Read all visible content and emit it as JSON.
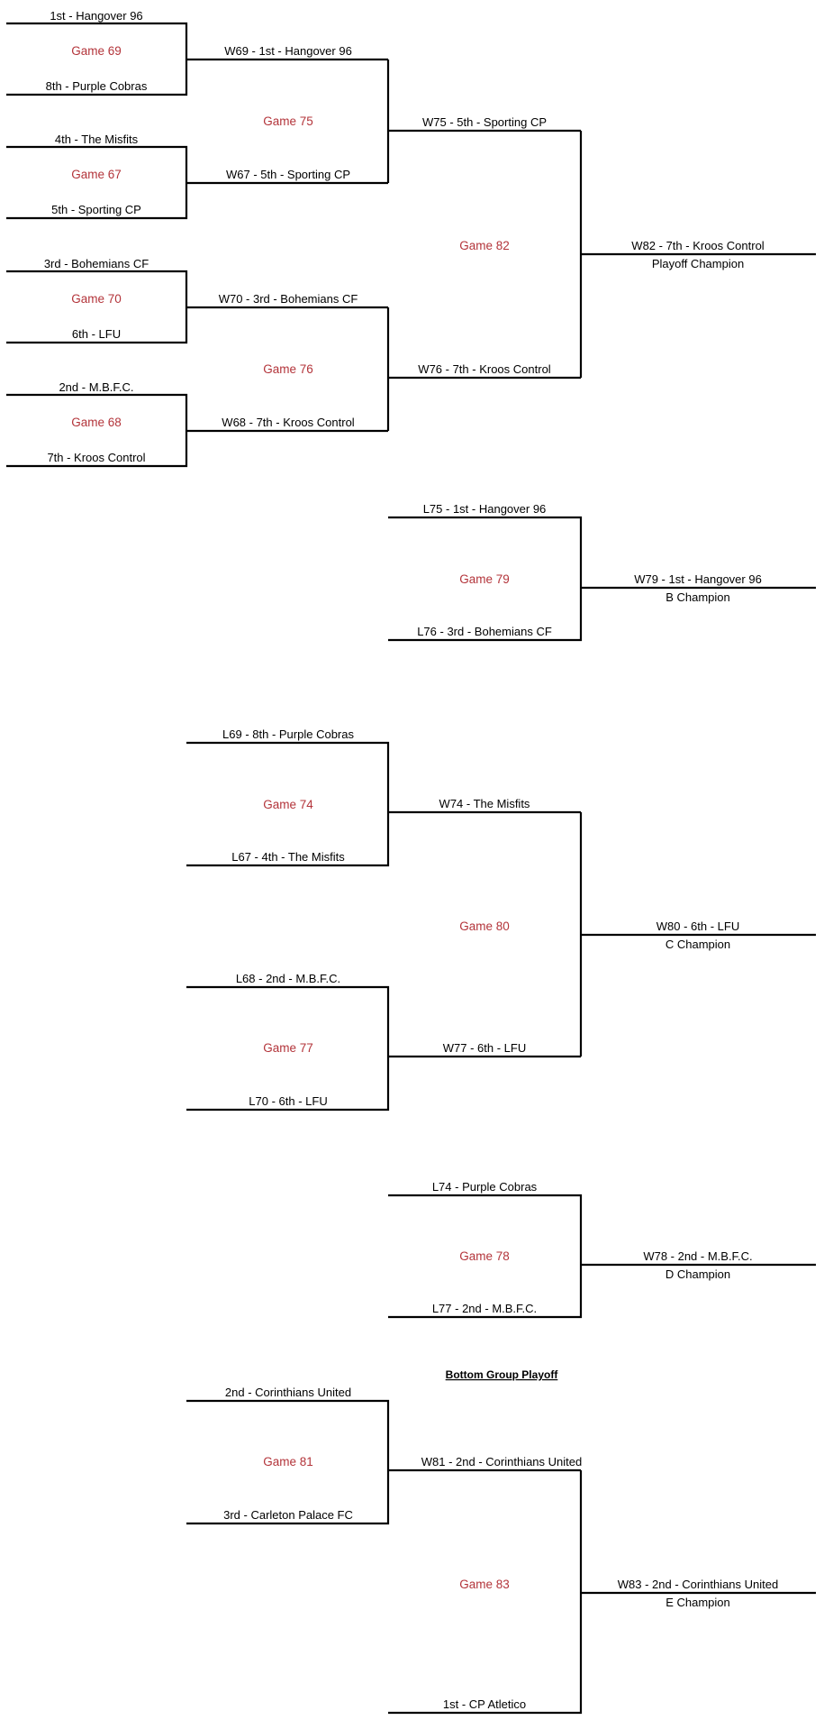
{
  "colors": {
    "line": "#000000",
    "game_label": "#b3343a",
    "text": "#000000",
    "background": "#ffffff"
  },
  "labels": {
    "s1": "1st - Hangover 96",
    "g69": "Game 69",
    "s8": "8th - Purple Cobras",
    "s4": "4th - The Misfits",
    "g67": "Game 67",
    "s5": "5th - Sporting CP",
    "s3": "3rd - Bohemians CF",
    "g70": "Game 70",
    "s6": "6th - LFU",
    "s2": "2nd - M.B.F.C.",
    "g68": "Game 68",
    "s7": "7th - Kroos Control",
    "w69": "W69 - 1st - Hangover 96",
    "g75": "Game 75",
    "w67": "W67 - 5th - Sporting CP",
    "w70": "W70 - 3rd - Bohemians CF",
    "g76": "Game 76",
    "w68": "W68 - 7th - Kroos Control",
    "w75": "W75 - 5th - Sporting CP",
    "g82": "Game 82",
    "w76": "W76 - 7th - Kroos Control",
    "w82": "W82 - 7th - Kroos Control",
    "playoff_champion": "Playoff Champion",
    "l75": "L75 - 1st - Hangover 96",
    "g79": "Game 79",
    "l76": "L76 - 3rd - Bohemians CF",
    "w79": "W79 - 1st - Hangover 96",
    "b_champion": "B Champion",
    "l69": "L69 - 8th - Purple Cobras",
    "g74": "Game 74",
    "l67": "L67 - 4th - The Misfits",
    "w74": "W74 - The Misfits",
    "g80": "Game 80",
    "l68": "L68 - 2nd - M.B.F.C.",
    "g77": "Game 77",
    "l70": "L70 - 6th - LFU",
    "w77": "W77 - 6th - LFU",
    "w80": "W80 - 6th - LFU",
    "c_champion": "C Champion",
    "l74": "L74 - Purple Cobras",
    "g78": "Game 78",
    "l77": "L77 - 2nd - M.B.F.C.",
    "w78": "W78 - 2nd - M.B.F.C.",
    "d_champion": "D Champion",
    "bottom_group_title": "Bottom Group Playoff",
    "bg2": "2nd - Corinthians United",
    "g81": "Game 81",
    "bg3": "3rd - Carleton Palace FC",
    "w81": "W81 - 2nd - Corinthians United",
    "g83": "Game 83",
    "bg1": "1st - CP Atletico",
    "w83": "W83 - 2nd - Corinthians United",
    "e_champion": "E Champion"
  }
}
